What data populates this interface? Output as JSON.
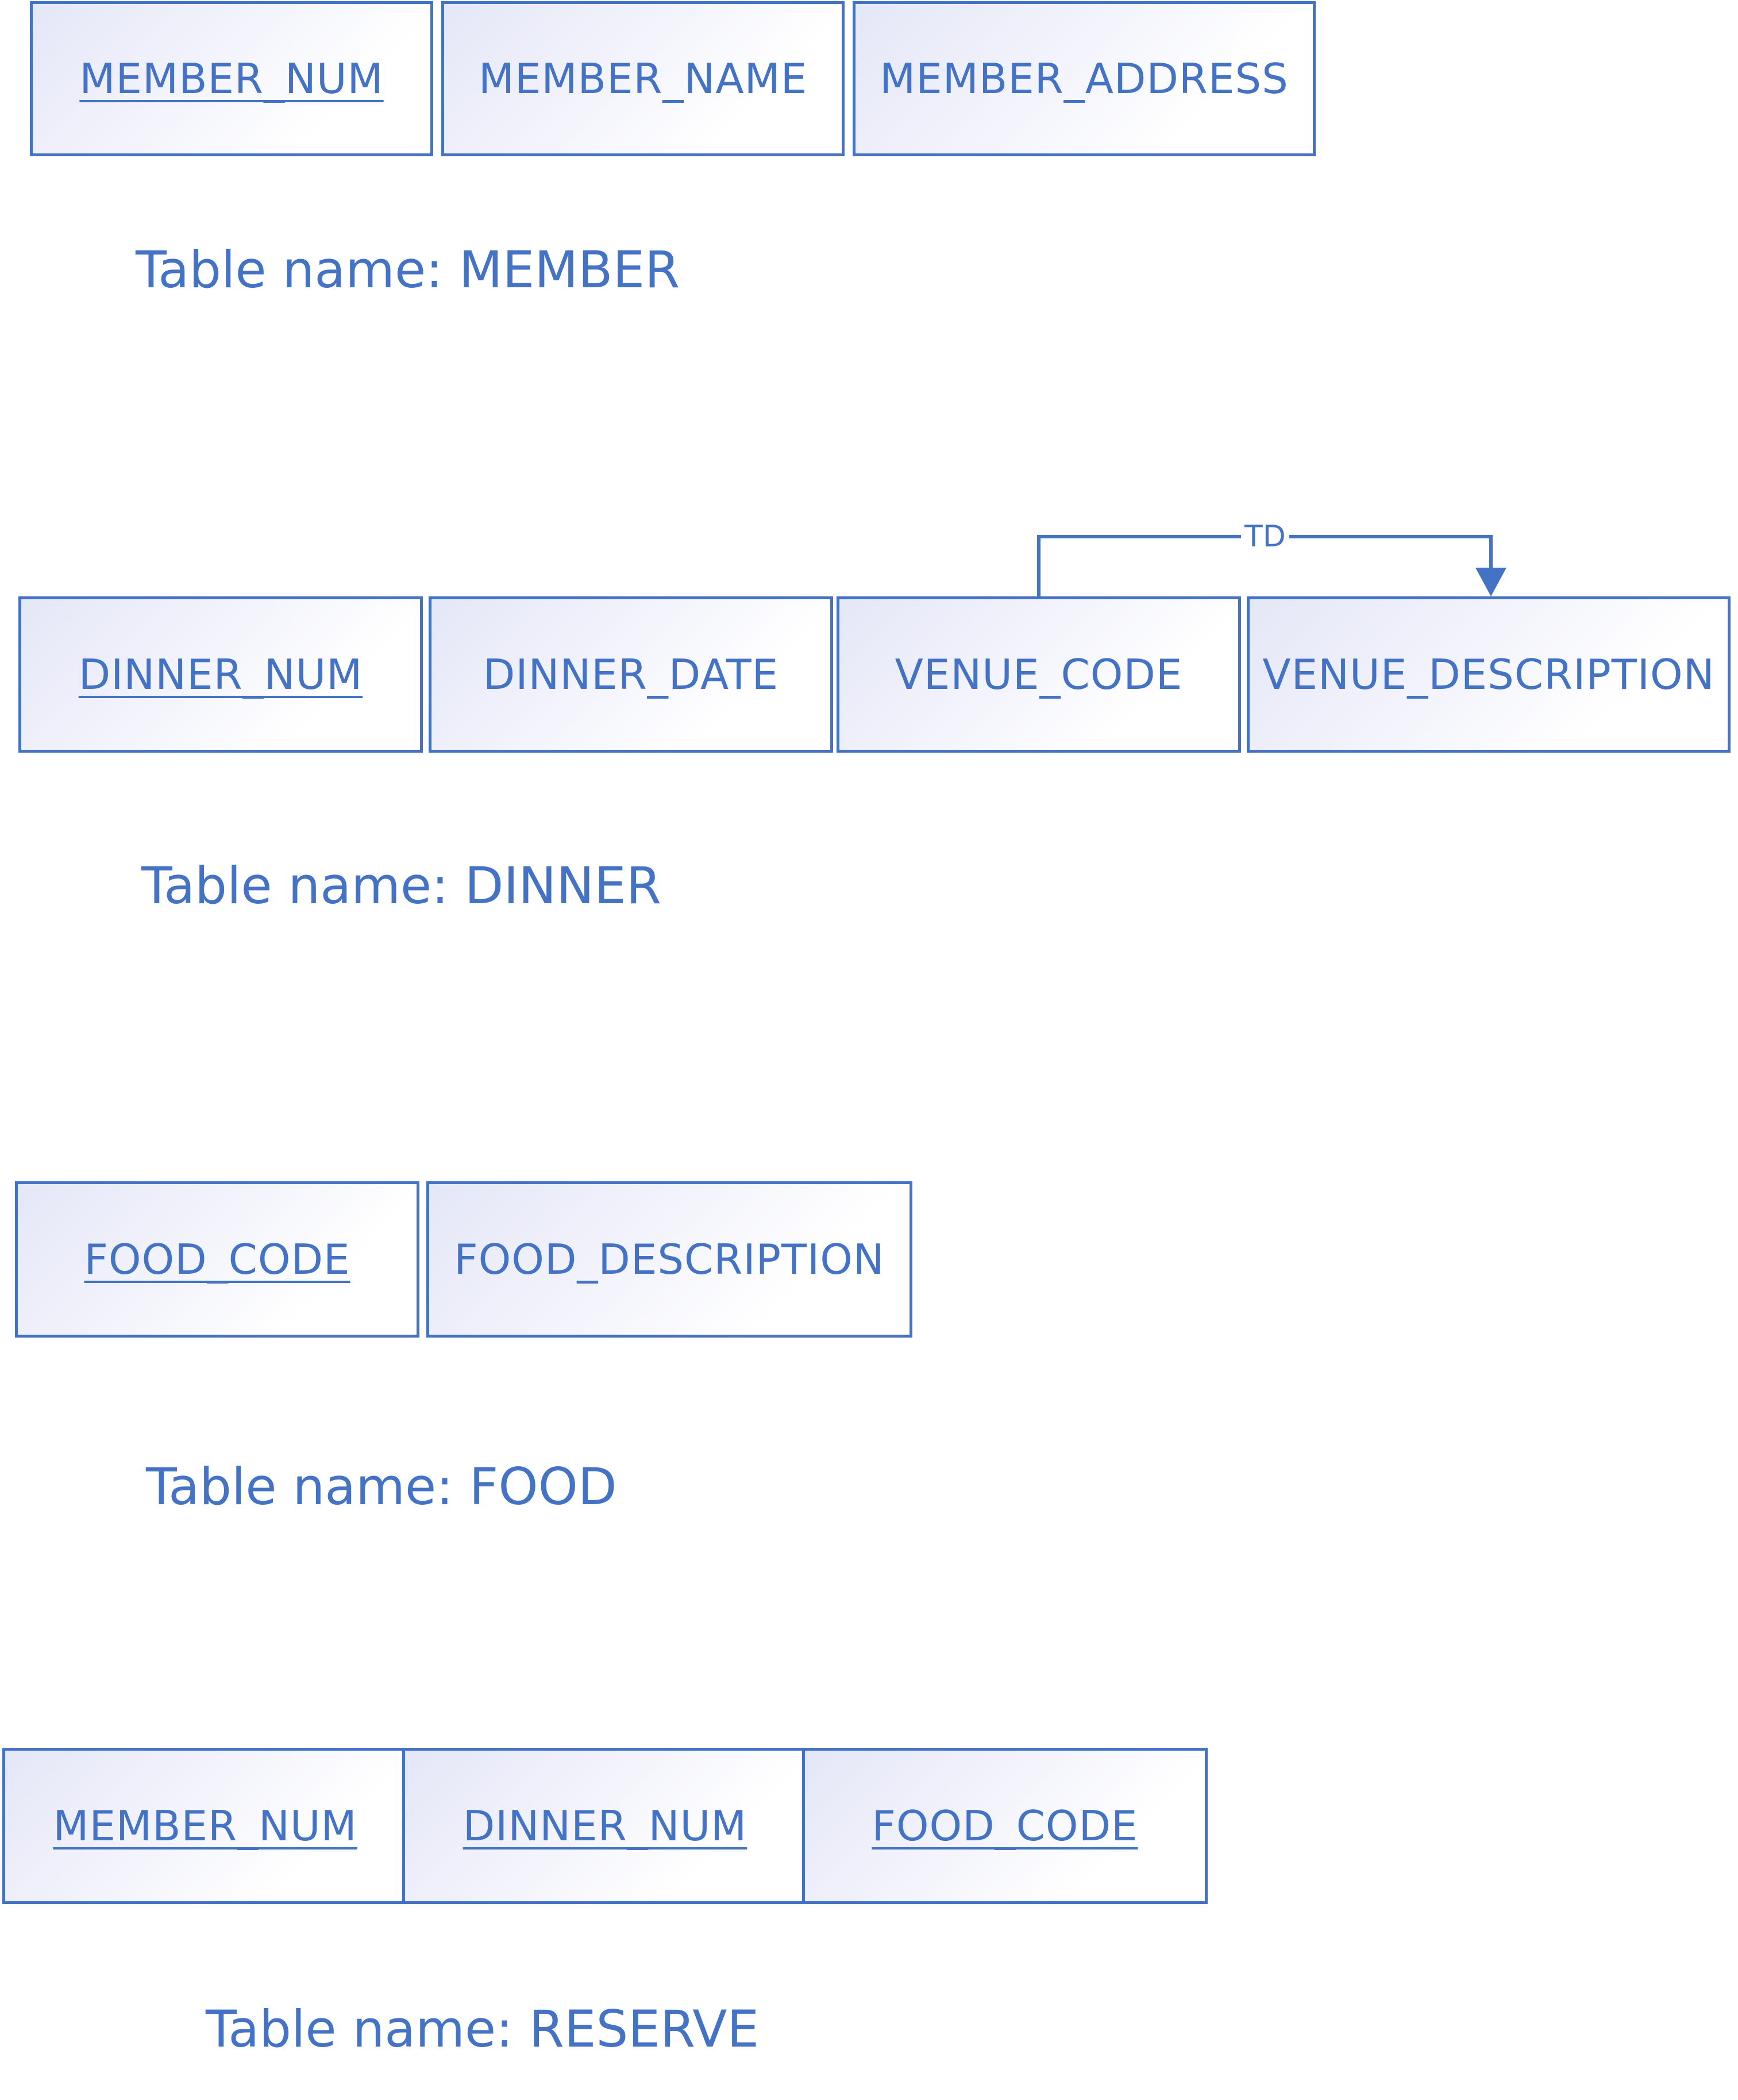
{
  "member": {
    "attr1": "MEMBER_NUM",
    "attr2": "MEMBER_NAME",
    "attr3": "MEMBER_ADDRESS",
    "caption": "Table name: MEMBER"
  },
  "dinner": {
    "attr1": "DINNER_NUM",
    "attr2": "DINNER_DATE",
    "attr3": "VENUE_CODE",
    "attr4": "VENUE_DESCRIPTION",
    "caption": "Table name: DINNER",
    "dependency_label": "TD"
  },
  "food": {
    "attr1": "FOOD_CODE",
    "attr2": "FOOD_DESCRIPTION",
    "caption": "Table name: FOOD"
  },
  "reserve": {
    "attr1": "MEMBER_NUM",
    "attr2": "DINNER_NUM",
    "attr3": "FOOD_CODE",
    "caption": "Table name: RESERVE"
  },
  "colors": {
    "line": "#4472C4",
    "text": "#4472C4"
  }
}
